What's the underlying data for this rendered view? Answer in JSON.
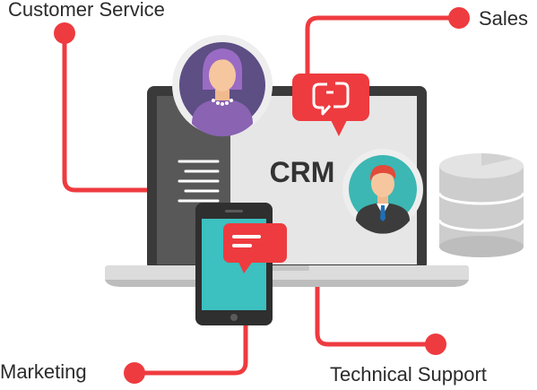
{
  "labels": {
    "customer_service": "Customer Service",
    "sales": "Sales",
    "marketing": "Marketing",
    "technical_support": "Technical Support"
  },
  "screen_text": "CRM",
  "colors": {
    "accent": "#ee3b3f",
    "laptop_frame": "#3a3a3a",
    "laptop_base": "#dcdcdc",
    "phone_screen": "#3cc0c0",
    "text": "#2b2b2b"
  },
  "icons": [
    "laptop-icon",
    "smartphone-icon",
    "database-icon",
    "woman-avatar-icon",
    "man-avatar-icon",
    "chat-bubble-icon",
    "message-bubble-icon"
  ]
}
